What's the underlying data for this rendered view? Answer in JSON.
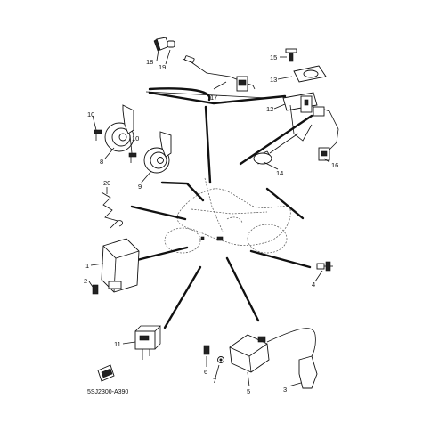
{
  "labels": {
    "p1": "1",
    "p2": "2",
    "p3": "3",
    "p4": "4",
    "p5": "5",
    "p6": "6",
    "p7": "7",
    "p8": "8",
    "p9": "9",
    "p10a": "10",
    "p10b": "10",
    "p11": "11",
    "p12": "12",
    "p13": "13",
    "p14": "14",
    "p15": "15",
    "p16": "16",
    "p17": "17",
    "p18": "18",
    "p19": "19",
    "p20": "20"
  },
  "diagram_code": "5SJ2300-A390"
}
